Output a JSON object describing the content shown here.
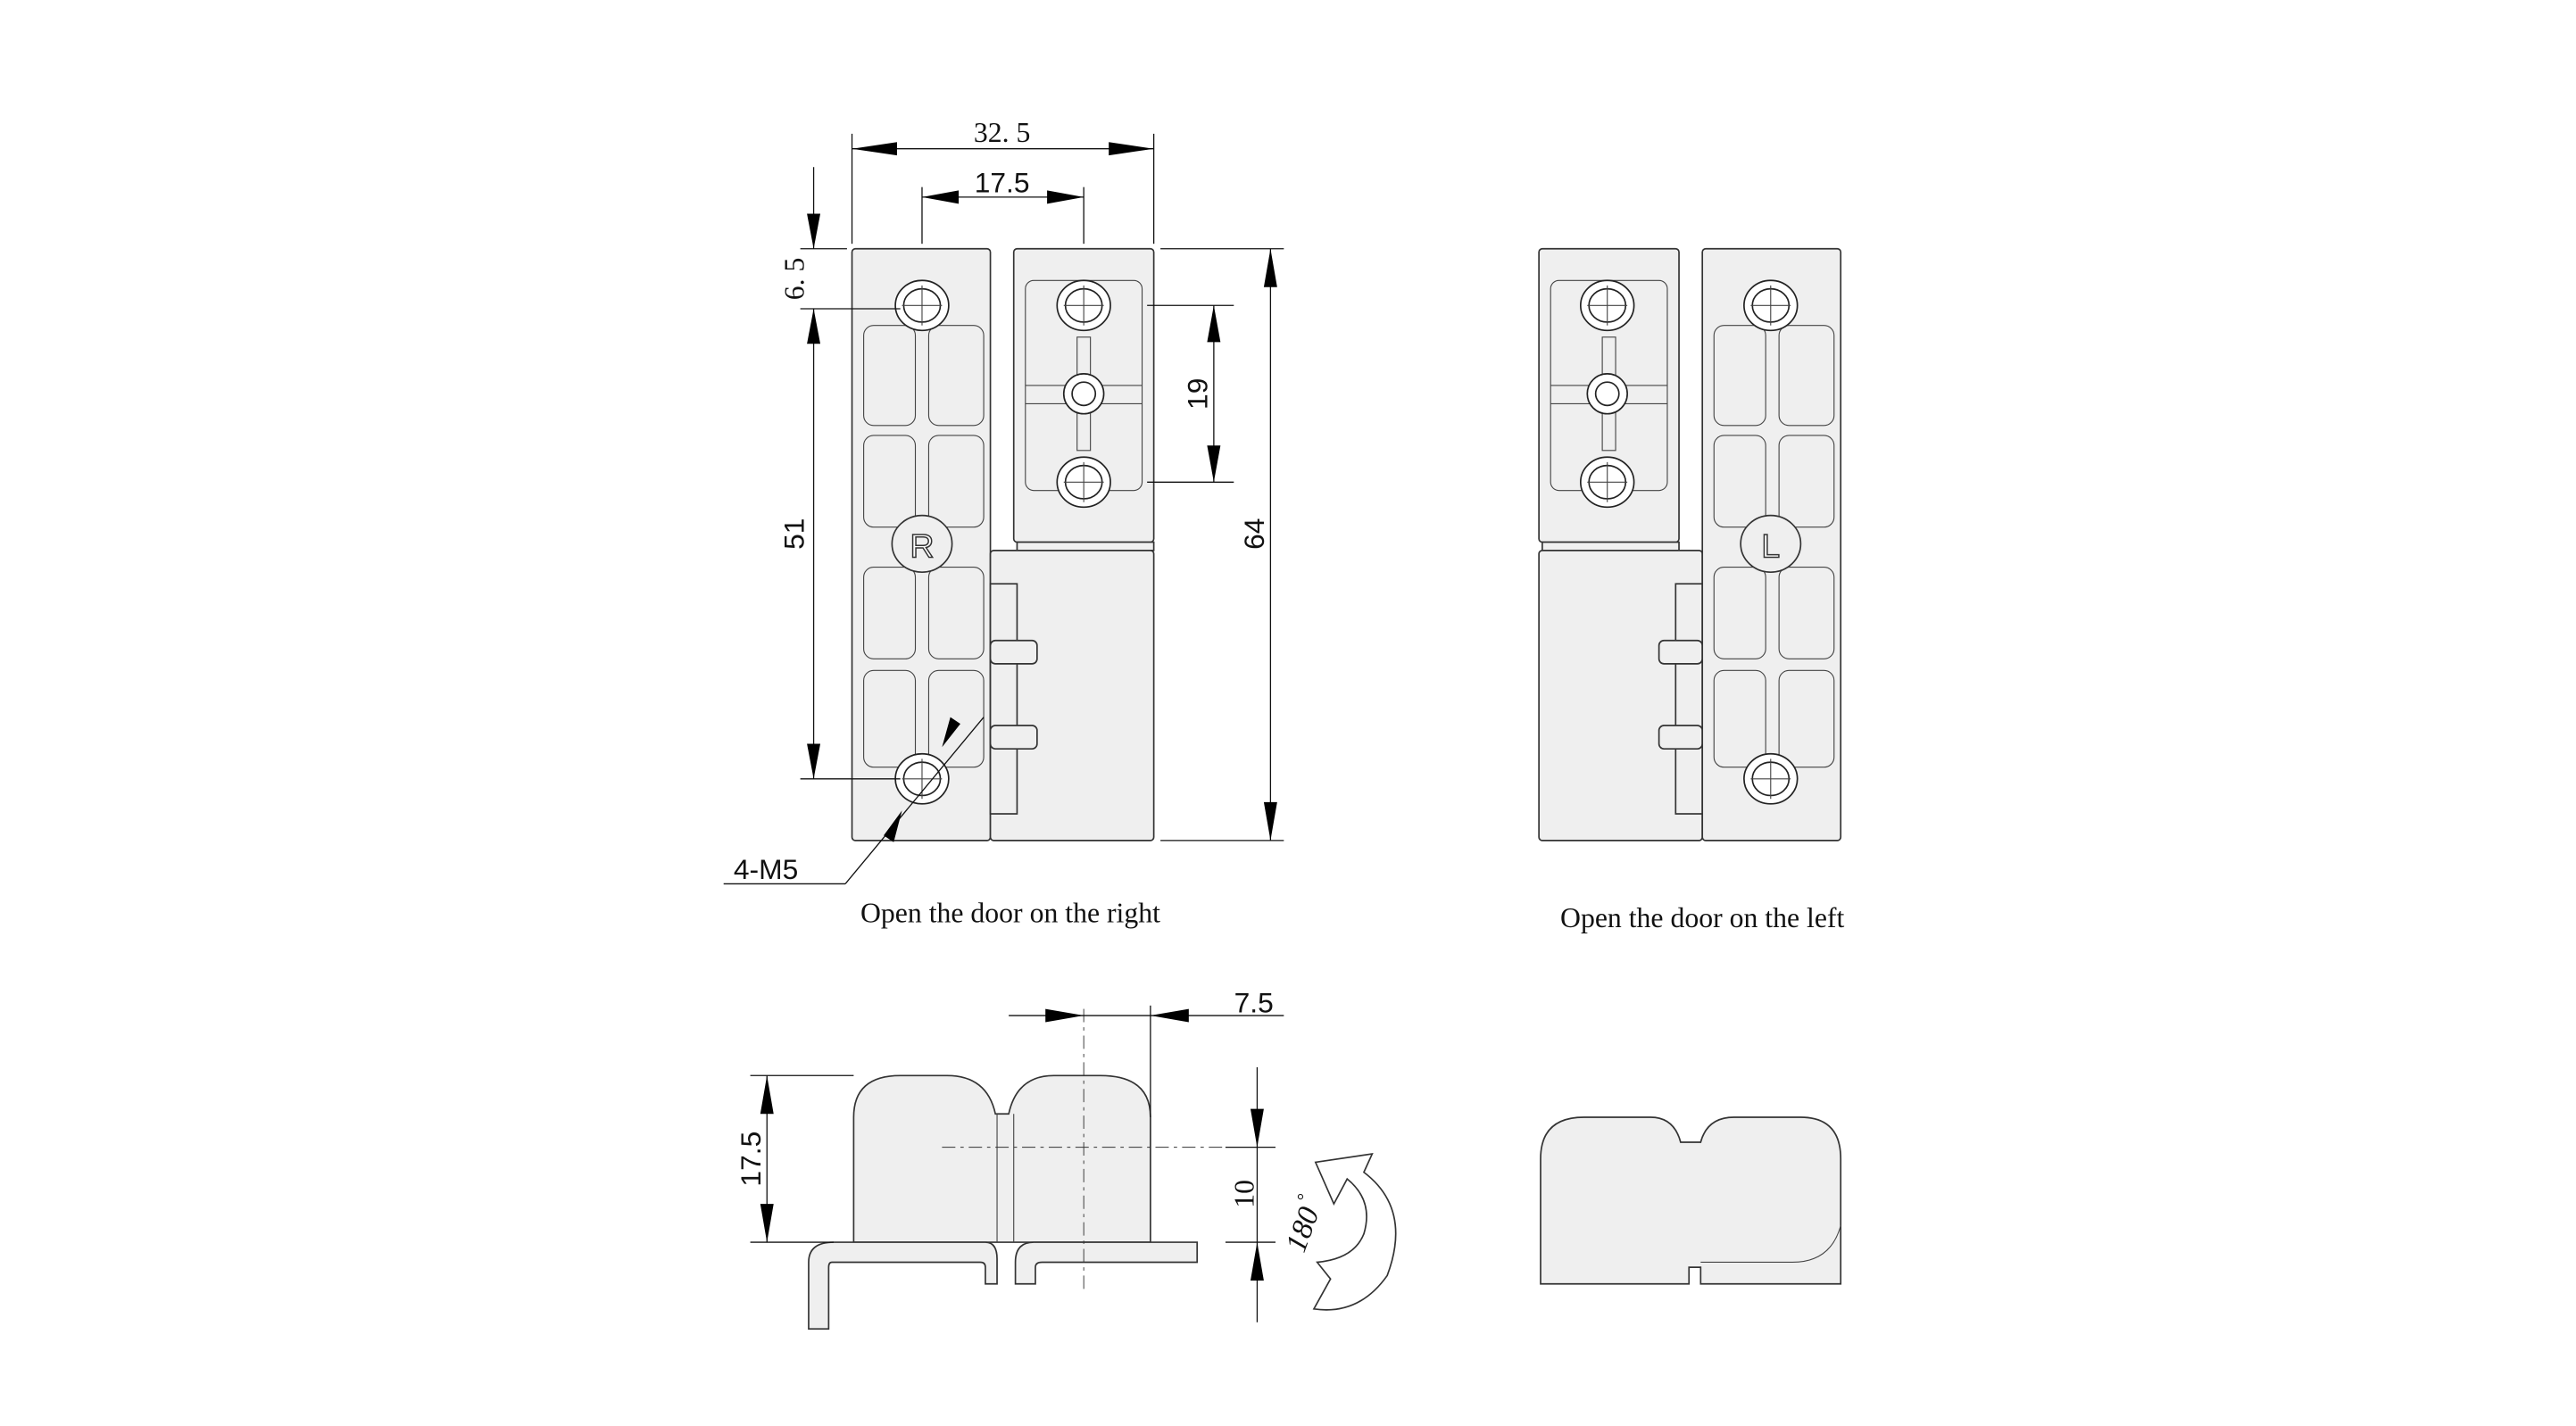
{
  "dimensions": {
    "overall_width": "32. 5",
    "hole_spacing_horizontal": "17.5",
    "top_offset": "6. 5",
    "hole_spacing_vertical": "51",
    "small_hole_spacing": "19",
    "overall_height": "64",
    "screw_spec": "4-M5",
    "knuckle_offset": "7.5",
    "profile_height": "17.5",
    "pin_height": "10",
    "rotation_angle": "180",
    "degree_symbol": "°"
  },
  "markings": {
    "right": "R",
    "left": "L"
  },
  "captions": {
    "right": "Open the door on the right",
    "left": "Open the door on the left"
  }
}
